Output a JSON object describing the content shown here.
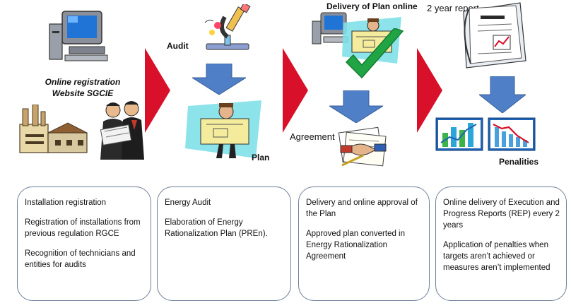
{
  "stages": [
    {
      "labels": [
        "Online registration",
        "Website SGCIE"
      ],
      "box": [
        "Installation registration",
        "Registration  of installations from previous regulation RGCE",
        "Recognition of technicians and entities for audits"
      ]
    },
    {
      "labels": [
        "Audit",
        "Plan"
      ],
      "box": [
        "Energy Audit",
        "Elaboration of Energy Rationalization Plan (PREn)."
      ]
    },
    {
      "labels": [
        "Delivery of Plan online",
        "Agreement"
      ],
      "box": [
        "Delivery and online approval of the Plan",
        "Approved plan converted in Energy Rationalization Agreement"
      ]
    },
    {
      "labels": [
        "2 year report",
        "Penalities"
      ],
      "box": [
        "Online delivery of Execution and Progress Reports (REP) every 2 years",
        "Application of penalties when targets aren’t achieved or measures aren’t implemented"
      ]
    }
  ],
  "colors": {
    "arrow_red": "#d8102a",
    "arrow_blue": "#4f7fc6",
    "box_border": "#6d7f99",
    "check_green": "#21a544"
  },
  "icons": [
    "computer-icon",
    "factory-icon",
    "engineers-icon",
    "microscope-icon",
    "blueprint-person-icon",
    "checkmark-icon",
    "handshake-icon",
    "report-icon",
    "bar-chart-icon",
    "line-chart-icon"
  ]
}
